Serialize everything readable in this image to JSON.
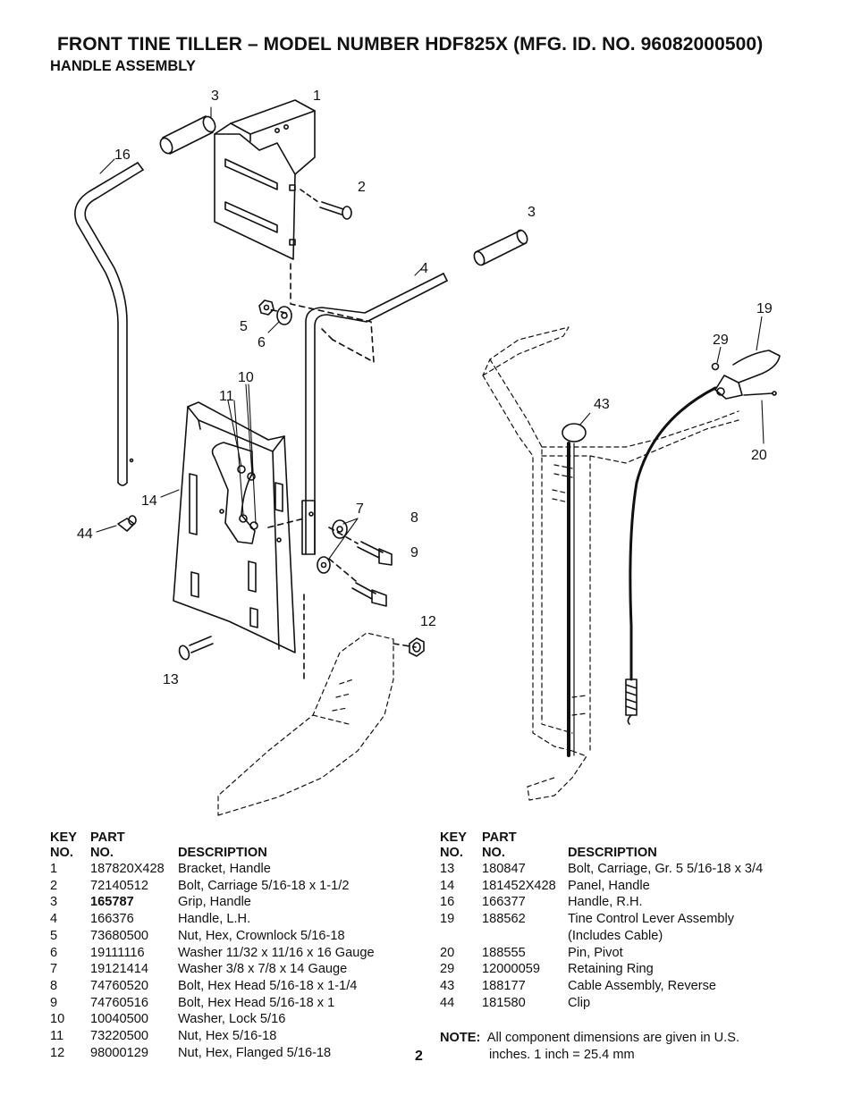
{
  "header": {
    "title": "FRONT TINE TILLER – MODEL NUMBER HDF825X (MFG. ID. NO. 96082000500)",
    "subtitle": "HANDLE ASSEMBLY"
  },
  "diagram": {
    "callouts": [
      "1",
      "2",
      "3",
      "3",
      "4",
      "5",
      "6",
      "7",
      "8",
      "9",
      "10",
      "11",
      "12",
      "13",
      "14",
      "16",
      "19",
      "20",
      "29",
      "43",
      "44"
    ]
  },
  "table_header": {
    "key": "KEY",
    "no": "NO.",
    "part": "PART",
    "part_no": "NO.",
    "description": "DESCRIPTION"
  },
  "parts_left": [
    {
      "key": "1",
      "part": "187820X428",
      "desc": "Bracket, Handle"
    },
    {
      "key": "2",
      "part": "72140512",
      "desc": "Bolt, Carriage  5/16-18 x 1-1/2"
    },
    {
      "key": "3",
      "part": "165787",
      "desc": "Grip, Handle"
    },
    {
      "key": "4",
      "part": "166376",
      "desc": "Handle, L.H."
    },
    {
      "key": "5",
      "part": "73680500",
      "desc": "Nut, Hex, Crownlock  5/16-18"
    },
    {
      "key": "6",
      "part": "19111116",
      "desc": "Washer  11/32 x 11/16 x 16 Gauge"
    },
    {
      "key": "7",
      "part": "19121414",
      "desc": "Washer  3/8 x 7/8 x 14 Gauge"
    },
    {
      "key": "8",
      "part": "74760520",
      "desc": "Bolt, Hex Head  5/16-18 x 1-1/4"
    },
    {
      "key": "9",
      "part": "74760516",
      "desc": "Bolt, Hex Head  5/16-18 x 1"
    },
    {
      "key": "10",
      "part": "10040500",
      "desc": "Washer, Lock  5/16"
    },
    {
      "key": "11",
      "part": "73220500",
      "desc": "Nut, Hex  5/16-18"
    },
    {
      "key": "12",
      "part": "98000129",
      "desc": "Nut, Hex, Flanged  5/16-18"
    }
  ],
  "parts_right": [
    {
      "key": "13",
      "part": "180847",
      "desc": "Bolt, Carriage, Gr. 5  5/16-18 x 3/4"
    },
    {
      "key": "14",
      "part": "181452X428",
      "desc": "Panel, Handle"
    },
    {
      "key": "16",
      "part": "166377",
      "desc": "Handle, R.H."
    },
    {
      "key": "19",
      "part": "188562",
      "desc": "Tine Control Lever Assembly"
    },
    {
      "key": "",
      "part": "",
      "desc": "(Includes Cable)"
    },
    {
      "key": "20",
      "part": "188555",
      "desc": "Pin, Pivot"
    },
    {
      "key": "29",
      "part": "12000059",
      "desc": "Retaining Ring"
    },
    {
      "key": "43",
      "part": "188177",
      "desc": "Cable Assembly, Reverse"
    },
    {
      "key": "44",
      "part": "181580",
      "desc": "Clip"
    }
  ],
  "note": {
    "label": "NOTE:",
    "line1": "All component dimensions are given in U.S.",
    "line2": "inches.   1 inch = 25.4 mm"
  },
  "page_number": "2"
}
